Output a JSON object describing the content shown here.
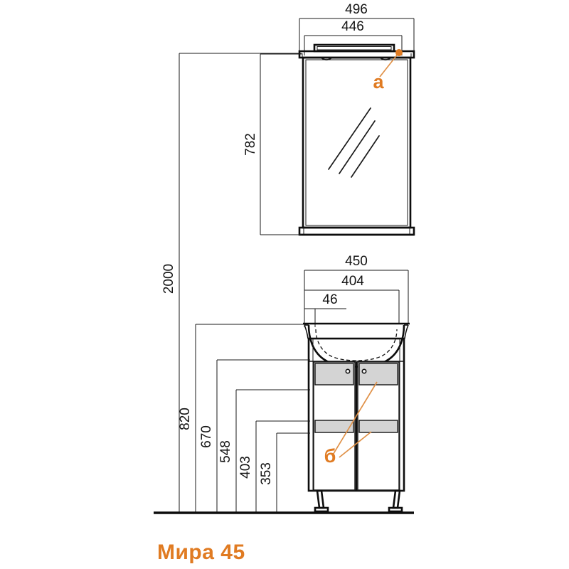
{
  "product": {
    "title": "Мира 45",
    "accent_color": "#E07B22",
    "panel_color": "#d4d4d4",
    "line_color": "#141414"
  },
  "callouts": [
    {
      "id": "a",
      "label": "а",
      "target": "mirror-cabinet-top-trim"
    },
    {
      "id": "b",
      "label": "б",
      "target": "vanity-door-panel"
    }
  ],
  "dimensions": {
    "mirror_width_outer": "496",
    "mirror_width_inner": "446",
    "mirror_height": "782",
    "total_height": "2000",
    "vanity_width_outer": "450",
    "vanity_width_inner": "404",
    "vanity_offset": "46",
    "vanity_height_820": "820",
    "vanity_height_670": "670",
    "vanity_height_548": "548",
    "vanity_height_403": "403",
    "vanity_height_353": "353"
  },
  "parts": {
    "mirror_cabinet": "Зеркальный шкаф",
    "vanity_unit": "Тумба с раковиной",
    "basin": "Раковина",
    "door_left": "Дверь левая",
    "door_right": "Дверь правая",
    "leg_left": "Ножка левая",
    "leg_right": "Ножка правая",
    "floor_line": "Линия пола"
  }
}
